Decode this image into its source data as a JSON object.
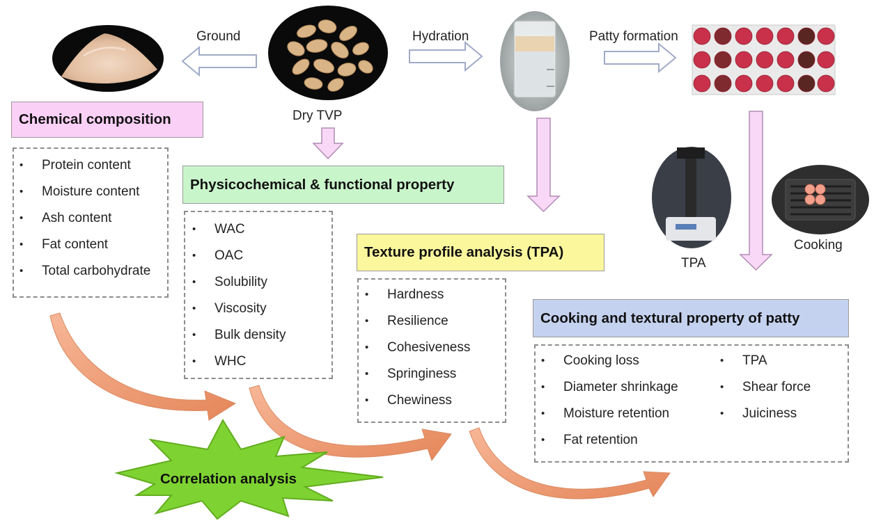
{
  "flow": {
    "ground": "Ground",
    "hydration": "Hydration",
    "patty_formation": "Patty formation",
    "dry_tvp": "Dry TVP",
    "tpa_photo": "TPA",
    "cooking_photo": "Cooking"
  },
  "chemical": {
    "title": "Chemical composition",
    "items": [
      "Protein content",
      "Moisture content",
      "Ash content",
      "Fat content",
      "Total carbohydrate"
    ]
  },
  "physicochemical": {
    "title": "Physicochemical & functional property",
    "items": [
      "WAC",
      "OAC",
      "Solubility",
      "Viscosity",
      "Bulk density",
      "WHC"
    ]
  },
  "texture": {
    "title": "Texture profile analysis (TPA)",
    "items": [
      "Hardness",
      "Resilience",
      "Cohesiveness",
      "Springiness",
      "Chewiness"
    ]
  },
  "cooking": {
    "title": "Cooking and textural property of patty",
    "col1": [
      "Cooking loss",
      "Diameter shrinkage",
      "Moisture retention",
      "Fat retention"
    ],
    "col2": [
      "TPA",
      "Shear force",
      "Juiciness"
    ]
  },
  "correlation": {
    "label": "Correlation analysis"
  },
  "colors": {
    "chemical_fill": "#fbd0f7",
    "physico_fill": "#c9f5cb",
    "texture_fill": "#fbf79d",
    "cooking_fill": "#c4d2ef",
    "correlation_fill": "#7ed332",
    "arrow_outline": "#a0aac8",
    "pink_arrow_fill": "#f8d8f6",
    "pink_arrow_stroke": "#b08cb4",
    "curve_arrow": "#eea07a"
  }
}
